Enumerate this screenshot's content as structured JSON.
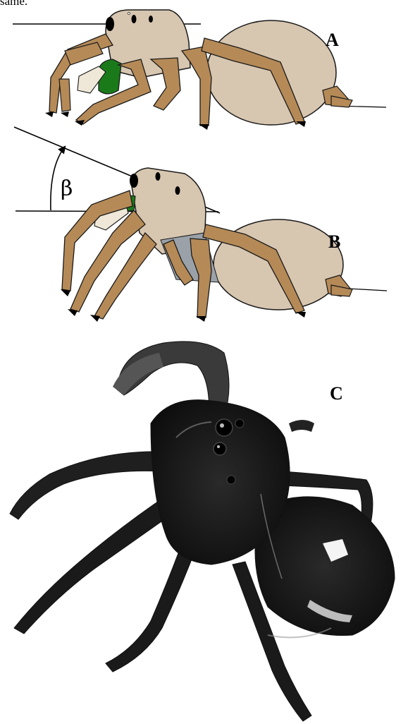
{
  "caption_fragment": "same.",
  "panels": {
    "a": {
      "label": "A"
    },
    "b": {
      "label": "B",
      "angle_symbol": "β"
    },
    "c": {
      "label": "C"
    }
  },
  "colors": {
    "leg": "#b58a57",
    "body": "#d7c6b0",
    "chelicera": "#1a7a1a",
    "outline": "#1a1a1a",
    "photo_bg": "#ffffff",
    "photo_spider": "#1d1d1d"
  }
}
